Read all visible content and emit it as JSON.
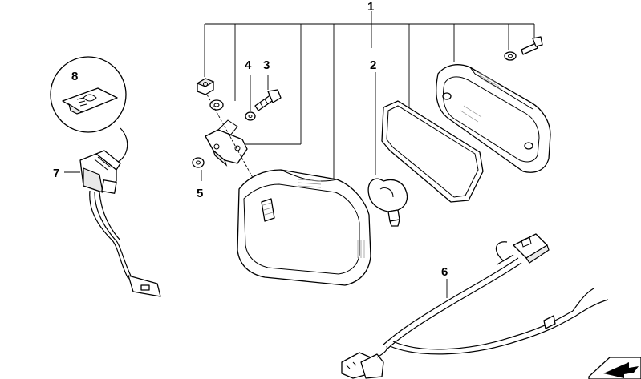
{
  "callouts": {
    "c1": "1",
    "c2": "2",
    "c3": "3",
    "c4": "4",
    "c5": "5",
    "c6": "6",
    "c7": "7",
    "c8": "8"
  },
  "colors": {
    "line": "#000000",
    "background": "#ffffff",
    "shade": "#e9e9e9"
  }
}
